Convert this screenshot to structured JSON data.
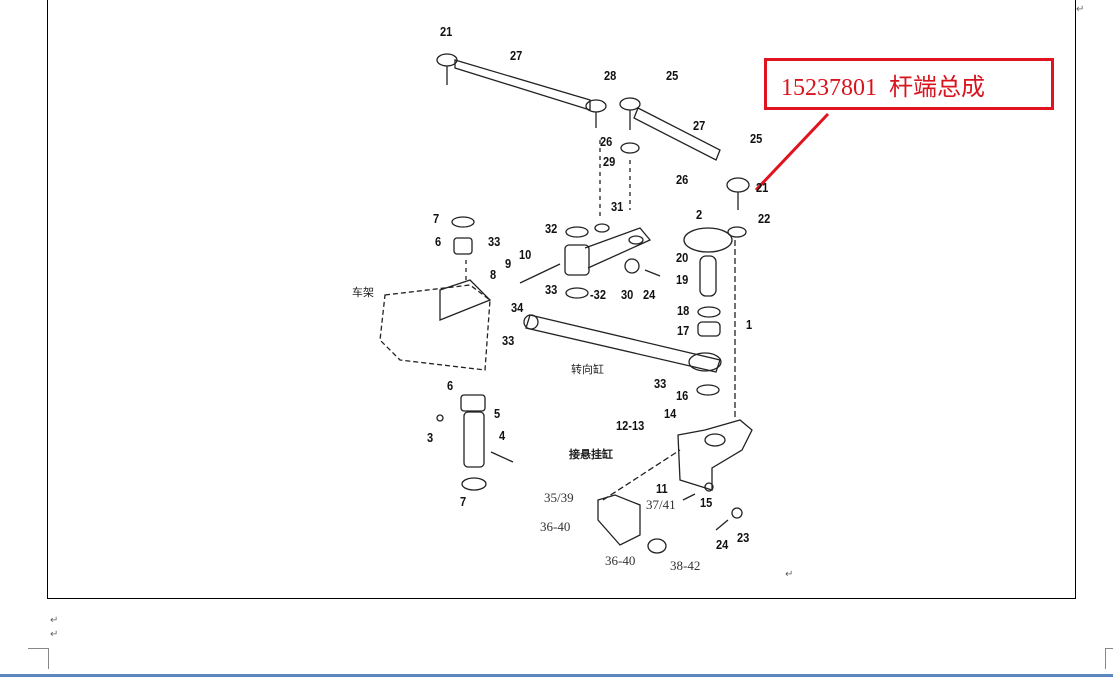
{
  "callout": {
    "text": "15237801  杆端总成",
    "color": "#e0141e"
  },
  "chinese_labels": {
    "frame": "车架",
    "steering_cylinder": "转向缸",
    "suspension_cylinder": "接悬挂缸"
  },
  "labels": [
    "21",
    "27",
    "28",
    "25",
    "26",
    "29",
    "27",
    "25",
    "26",
    "21",
    "2",
    "22",
    "7",
    "6",
    "33",
    "9",
    "10",
    "8",
    "32",
    "31",
    "20",
    "19",
    "30",
    "24",
    "33",
    "-32",
    "34",
    "33",
    "18",
    "17",
    "1",
    "33",
    "16",
    "6",
    "3",
    "5",
    "4",
    "12-13",
    "14",
    "7",
    "11",
    "15",
    "23",
    "24"
  ],
  "serif_labels": [
    "35/39",
    "36-40",
    "37/41",
    "36-40",
    "38-42"
  ],
  "paragraph_mark": "↵"
}
